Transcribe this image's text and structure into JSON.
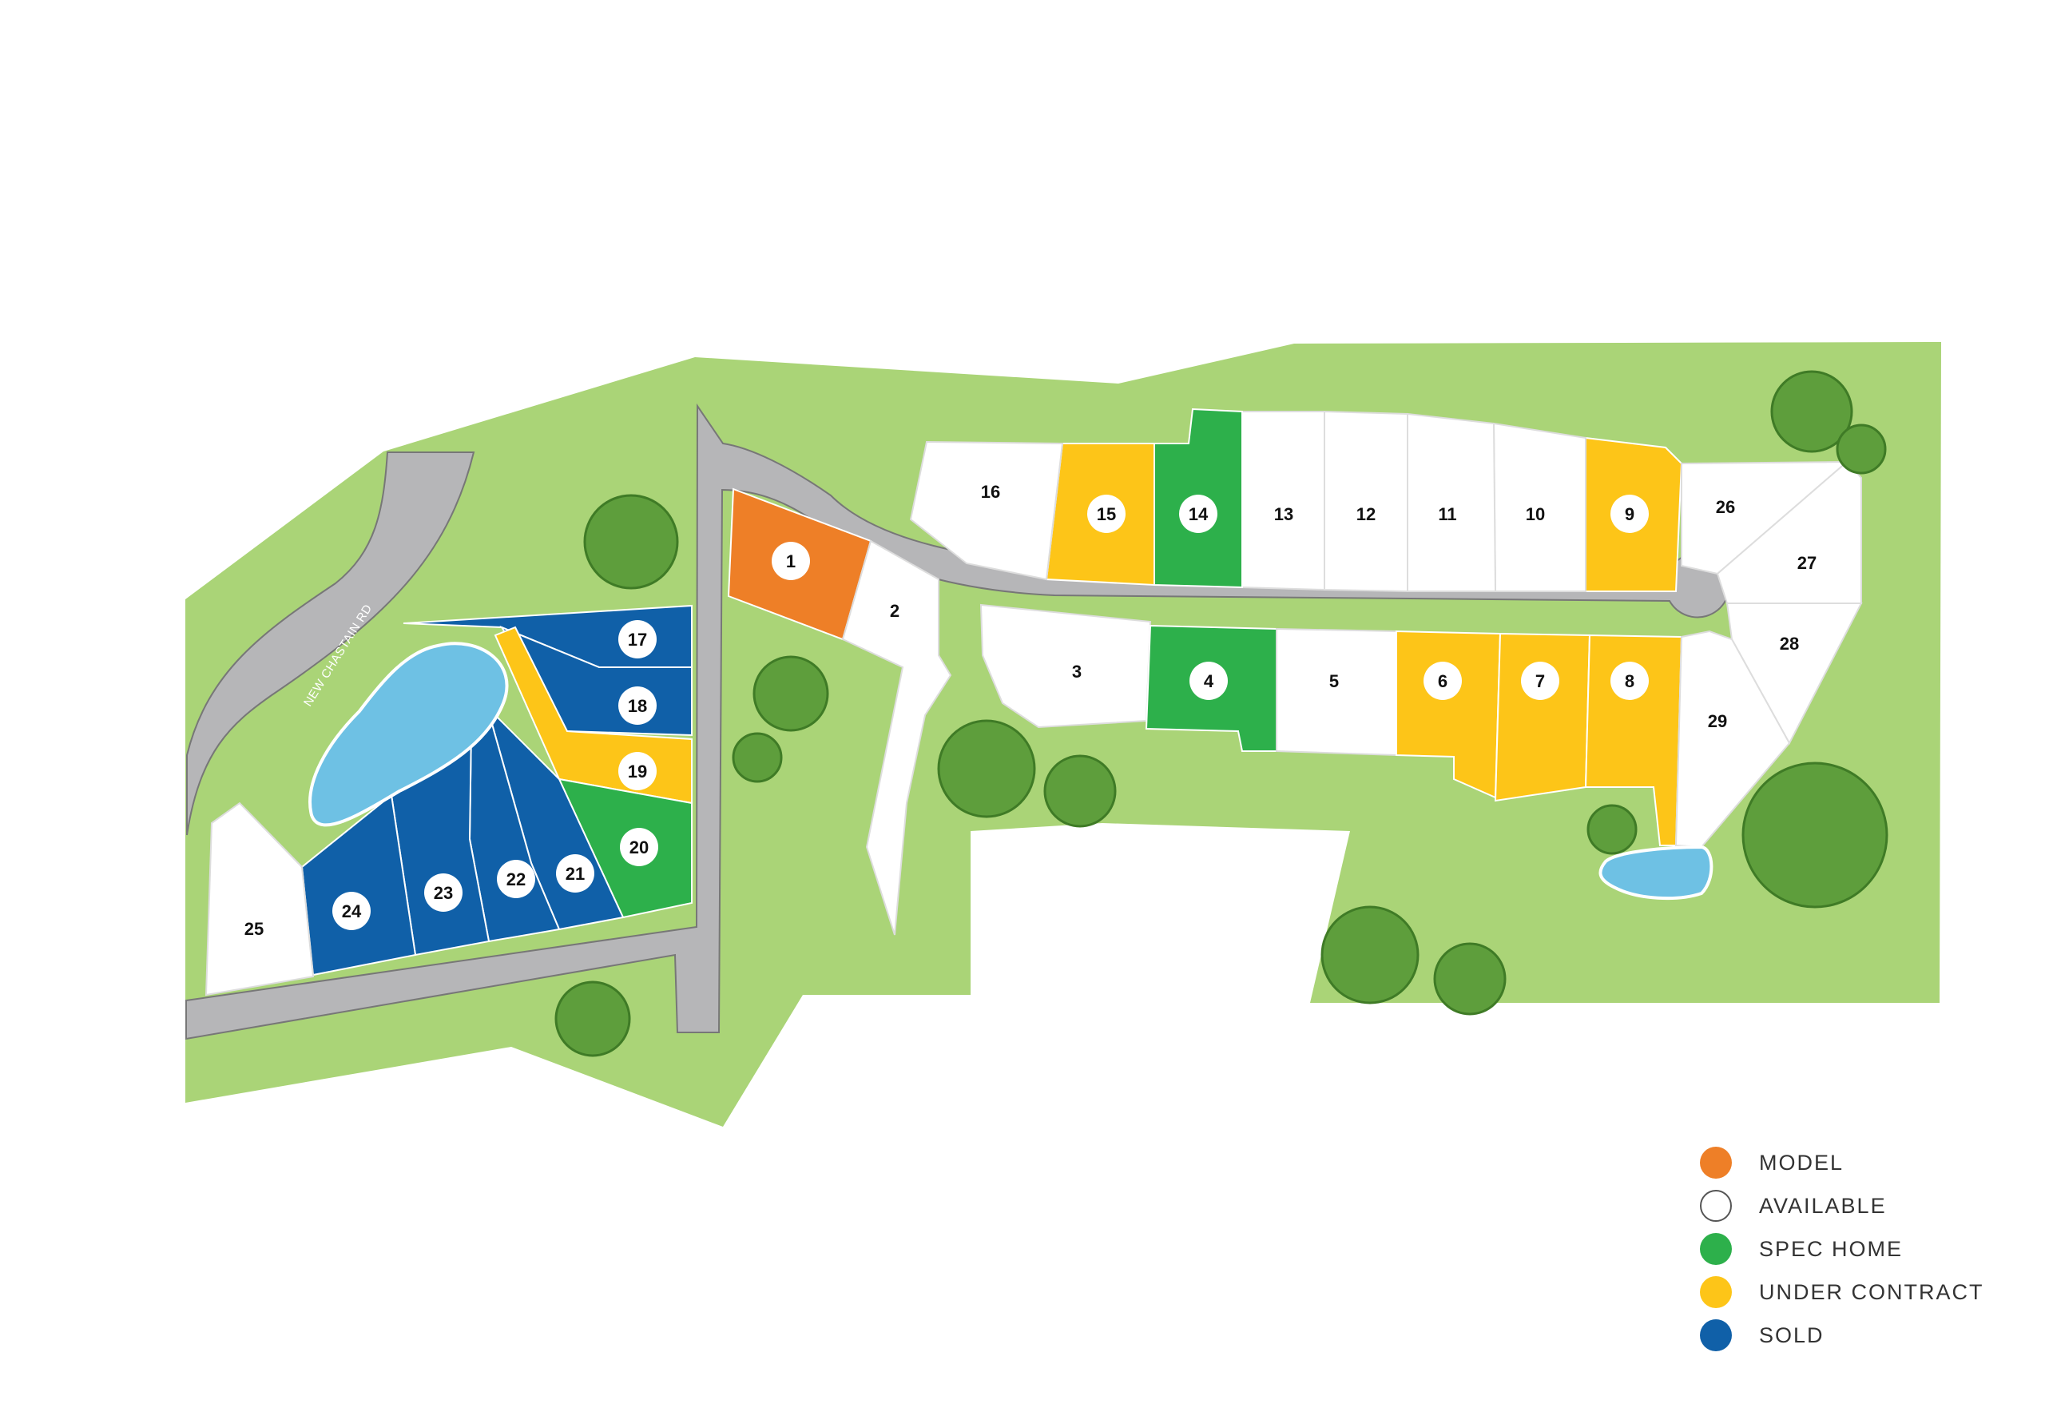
{
  "colors": {
    "model": "#EE7F27",
    "available": "#FFFFFF",
    "spec": "#2DB04B",
    "contract": "#FDC518",
    "sold": "#1060A8",
    "grass": "#AAD477",
    "road": "#B6B6B8",
    "water": "#6EC1E4",
    "tree": "#5E9E3C"
  },
  "road_label": "NEW CHASTAIN RD",
  "lots": [
    {
      "n": "1",
      "status": "model"
    },
    {
      "n": "2",
      "status": "available"
    },
    {
      "n": "3",
      "status": "available"
    },
    {
      "n": "4",
      "status": "spec"
    },
    {
      "n": "5",
      "status": "available"
    },
    {
      "n": "6",
      "status": "contract"
    },
    {
      "n": "7",
      "status": "contract"
    },
    {
      "n": "8",
      "status": "contract"
    },
    {
      "n": "9",
      "status": "contract"
    },
    {
      "n": "10",
      "status": "available"
    },
    {
      "n": "11",
      "status": "available"
    },
    {
      "n": "12",
      "status": "available"
    },
    {
      "n": "13",
      "status": "available"
    },
    {
      "n": "14",
      "status": "spec"
    },
    {
      "n": "15",
      "status": "contract"
    },
    {
      "n": "16",
      "status": "available"
    },
    {
      "n": "17",
      "status": "sold"
    },
    {
      "n": "18",
      "status": "sold"
    },
    {
      "n": "19",
      "status": "contract"
    },
    {
      "n": "20",
      "status": "spec"
    },
    {
      "n": "21",
      "status": "sold"
    },
    {
      "n": "22",
      "status": "sold"
    },
    {
      "n": "23",
      "status": "sold"
    },
    {
      "n": "24",
      "status": "sold"
    },
    {
      "n": "25",
      "status": "available"
    },
    {
      "n": "26",
      "status": "available"
    },
    {
      "n": "27",
      "status": "available"
    },
    {
      "n": "28",
      "status": "available"
    },
    {
      "n": "29",
      "status": "available"
    }
  ],
  "legend": {
    "model": "MODEL",
    "available": "AVAILABLE",
    "spec": "SPEC HOME",
    "contract": "UNDER CONTRACT",
    "sold": "SOLD"
  }
}
